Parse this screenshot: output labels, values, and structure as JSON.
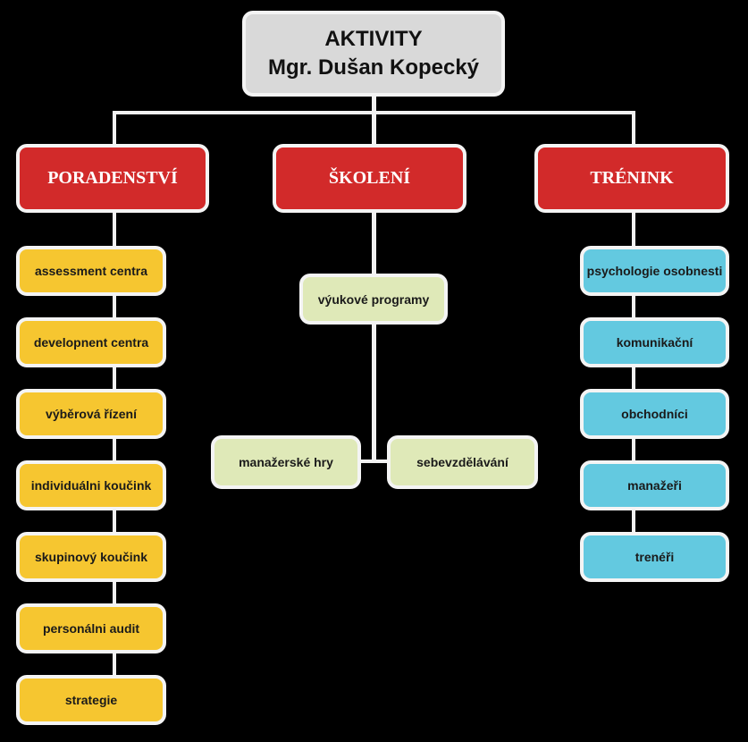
{
  "title": {
    "line1": "AKTIVITY",
    "line2": "Mgr. Dušan Kopecký"
  },
  "categories": [
    {
      "label": "PORADENSTVÍ",
      "items": [
        "assessment centra",
        "developnent centra",
        "výběrová řízení",
        "individuálni koučink",
        "skupinový koučink",
        "personálni audit",
        "strategie"
      ]
    },
    {
      "label": "ŠKOLENÍ",
      "items": [
        "výukové programy",
        "manažerské hry",
        "sebevzdělávání"
      ]
    },
    {
      "label": "TRÉNINK",
      "items": [
        "psychologie osobnesti",
        "komunikační",
        "obchodníci",
        "manažeři",
        "trenéři"
      ]
    }
  ],
  "colors": {
    "category": "#d22a2a",
    "poradenstvi": "#f6c630",
    "skoleni": "#dfe9b8",
    "trenink": "#63c9e0",
    "title": "#d9d9d9"
  }
}
